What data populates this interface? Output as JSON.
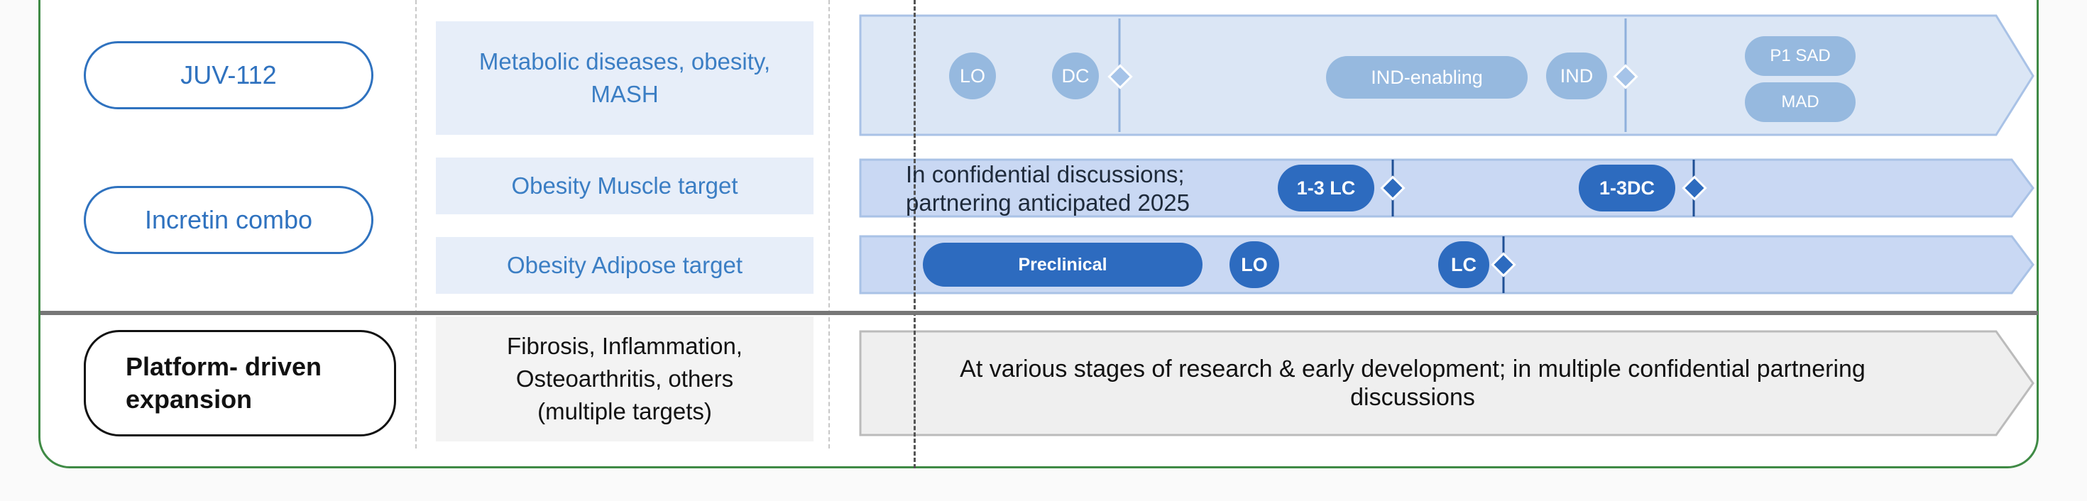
{
  "rows": {
    "juv": {
      "program": "JUV-112",
      "indication": "Metabolic diseases, obesity, MASH",
      "milestones": {
        "lo": "LO",
        "dc": "DC",
        "ind_enabling": "IND-enabling",
        "ind": "IND",
        "p1_sad": "P1 SAD",
        "mad": "MAD"
      }
    },
    "incretin": {
      "program": "Incretin combo",
      "muscle": {
        "indication": "Obesity Muscle target",
        "note_line1": "In confidential discussions;",
        "note_line2": "partnering anticipated 2025",
        "milestones": {
          "lc": "1-3 LC",
          "dc": "1-3DC"
        }
      },
      "adipose": {
        "indication": "Obesity Adipose target",
        "milestones": {
          "preclinical": "Preclinical",
          "lo": "LO",
          "lc": "LC"
        }
      }
    },
    "platform": {
      "program_line1": "Platform- driven",
      "program_line2": "expansion",
      "indication_line1": "Fibrosis, Inflammation,",
      "indication_line2": "Osteoarthritis, others",
      "indication_line3": "(multiple targets)",
      "note": "At various stages of research & early development; in multiple confidential partnering discussions"
    }
  },
  "colors": {
    "dark_blue": "#2d6bbf",
    "light_pill": "#96b9df",
    "juv_bar": "#dbe6f5",
    "incretin_bar": "#c9d8f3",
    "platform_bar": "#efefef",
    "frame_green": "#3f8a45"
  }
}
